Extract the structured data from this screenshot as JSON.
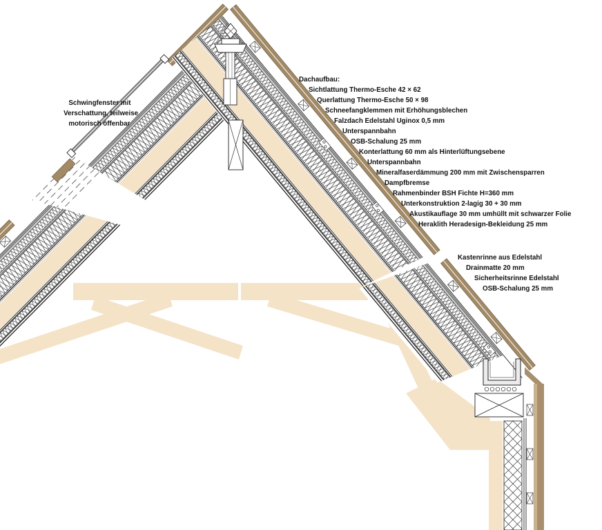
{
  "drawing": {
    "type": "architectural roof section detail",
    "annotations": {
      "window_label": {
        "lines": [
          "Schwingfenster mit",
          "Verschattung, teilweise",
          "motorisch öffenbar"
        ]
      },
      "roof_buildup": {
        "heading": "Dachaufbau:",
        "layers": [
          "Sichtlattung Thermo-Esche 42 × 62",
          "Querlattung Thermo-Esche 50 × 98",
          "Schneefangklemmen mit Erhöhungsblechen",
          "Falzdach Edelstahl Uginox 0,5 mm",
          "Unterspannbahn",
          "OSB-Schalung 25 mm",
          "Konterlattung 60 mm als Hinterlüftungsebene",
          "Unterspannbahn",
          "Mineralfaserdämmung 200 mm mit Zwischensparren",
          "Dampfbremse",
          "Rahmenbinder BSH Fichte H=360 mm",
          "Unterkonstruktion 2-lagig 30 + 30 mm",
          "Akustikauflage 30 mm umhüllt mit schwarzer Folie",
          "Heraklith Heradesign-Bekleidung 25 mm"
        ]
      },
      "eaves_label": {
        "lines": [
          "Kastenrinne aus Edelstahl",
          "Drainmatte 20 mm",
          "Sicherheitsrinne Edelstahl",
          "OSB-Schalung 25 mm"
        ]
      }
    },
    "colors": {
      "paper": "#ffffff",
      "batten_brown": "#a28a66",
      "beam_tan": "#f5e3c8",
      "cladding_brown": "#a88f6d",
      "cladding_light": "#c9b28e",
      "line_dark": "#222222"
    }
  }
}
